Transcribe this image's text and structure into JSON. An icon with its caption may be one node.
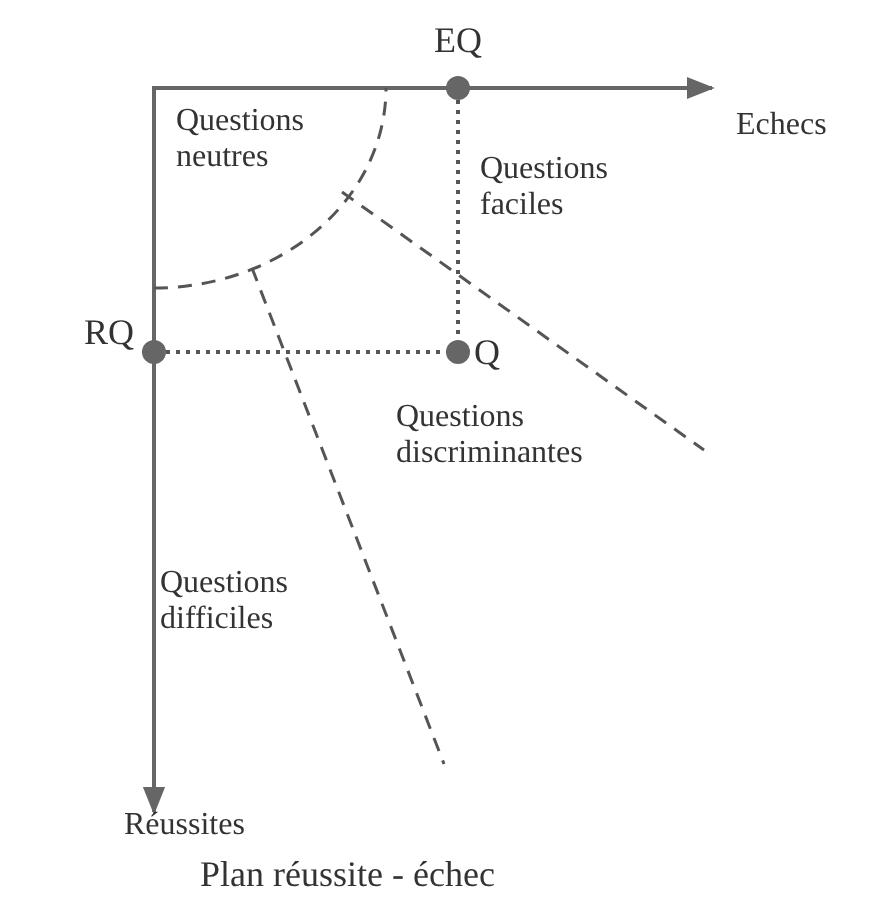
{
  "diagram": {
    "caption": "Plan réussite - échec",
    "nodes": [
      {
        "text": [],
        "shape": "circle",
        "beside": [
          "EQ"
        ]
      },
      {
        "text": [],
        "shape": "circle",
        "beside": [
          "RQ"
        ]
      },
      {
        "text": [],
        "shape": "circle",
        "beside": [
          "Q"
        ]
      }
    ],
    "edges": [
      {
        "from": 0,
        "to": 2,
        "arrow": "none"
      },
      {
        "from": 1,
        "to": 2,
        "arrow": "none"
      }
    ],
    "labels": [
      "Echecs",
      "Questions neutres",
      "Questions faciles",
      "Questions discriminantes",
      "Questions difficiles",
      "Réussites"
    ]
  }
}
